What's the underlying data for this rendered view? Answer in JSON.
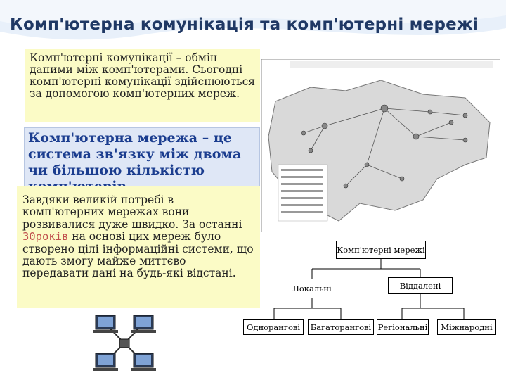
{
  "title": "Комп'ютерна комунікація та комп'ютерні мережі",
  "box1_text": "Комп'ютерні комунікації – обмін даними між комп'ютерами. Сьогодні комп'ютерні комунікації здійснюються за допомогою комп'ютерних мереж.",
  "box2_text": "Комп'ютерна мережа – це система зв'язку між двома чи більшою кількістю комп'ютерів.",
  "box3_before": "Завдяки великій потребі в комп'ютерних мережах вони розвивалися дуже швидко. За останні ",
  "box3_highlight": "30років",
  "box3_after": " на основі цих мереж було створено цілі інформаційні системи, що дають змогу майже миттєво передавати дані на будь-які відстані.",
  "chart": {
    "root": "Комп'ютерні мережі",
    "level1": [
      "Локальні",
      "Віддалені"
    ],
    "level2": [
      "Однорангові",
      "Багаторангові",
      "Регіональні",
      "Міжнародні"
    ]
  },
  "colors": {
    "title": "#1f3864",
    "yellow_box": "#fbfbc6",
    "blue_box": "#dfe7f6"
  }
}
